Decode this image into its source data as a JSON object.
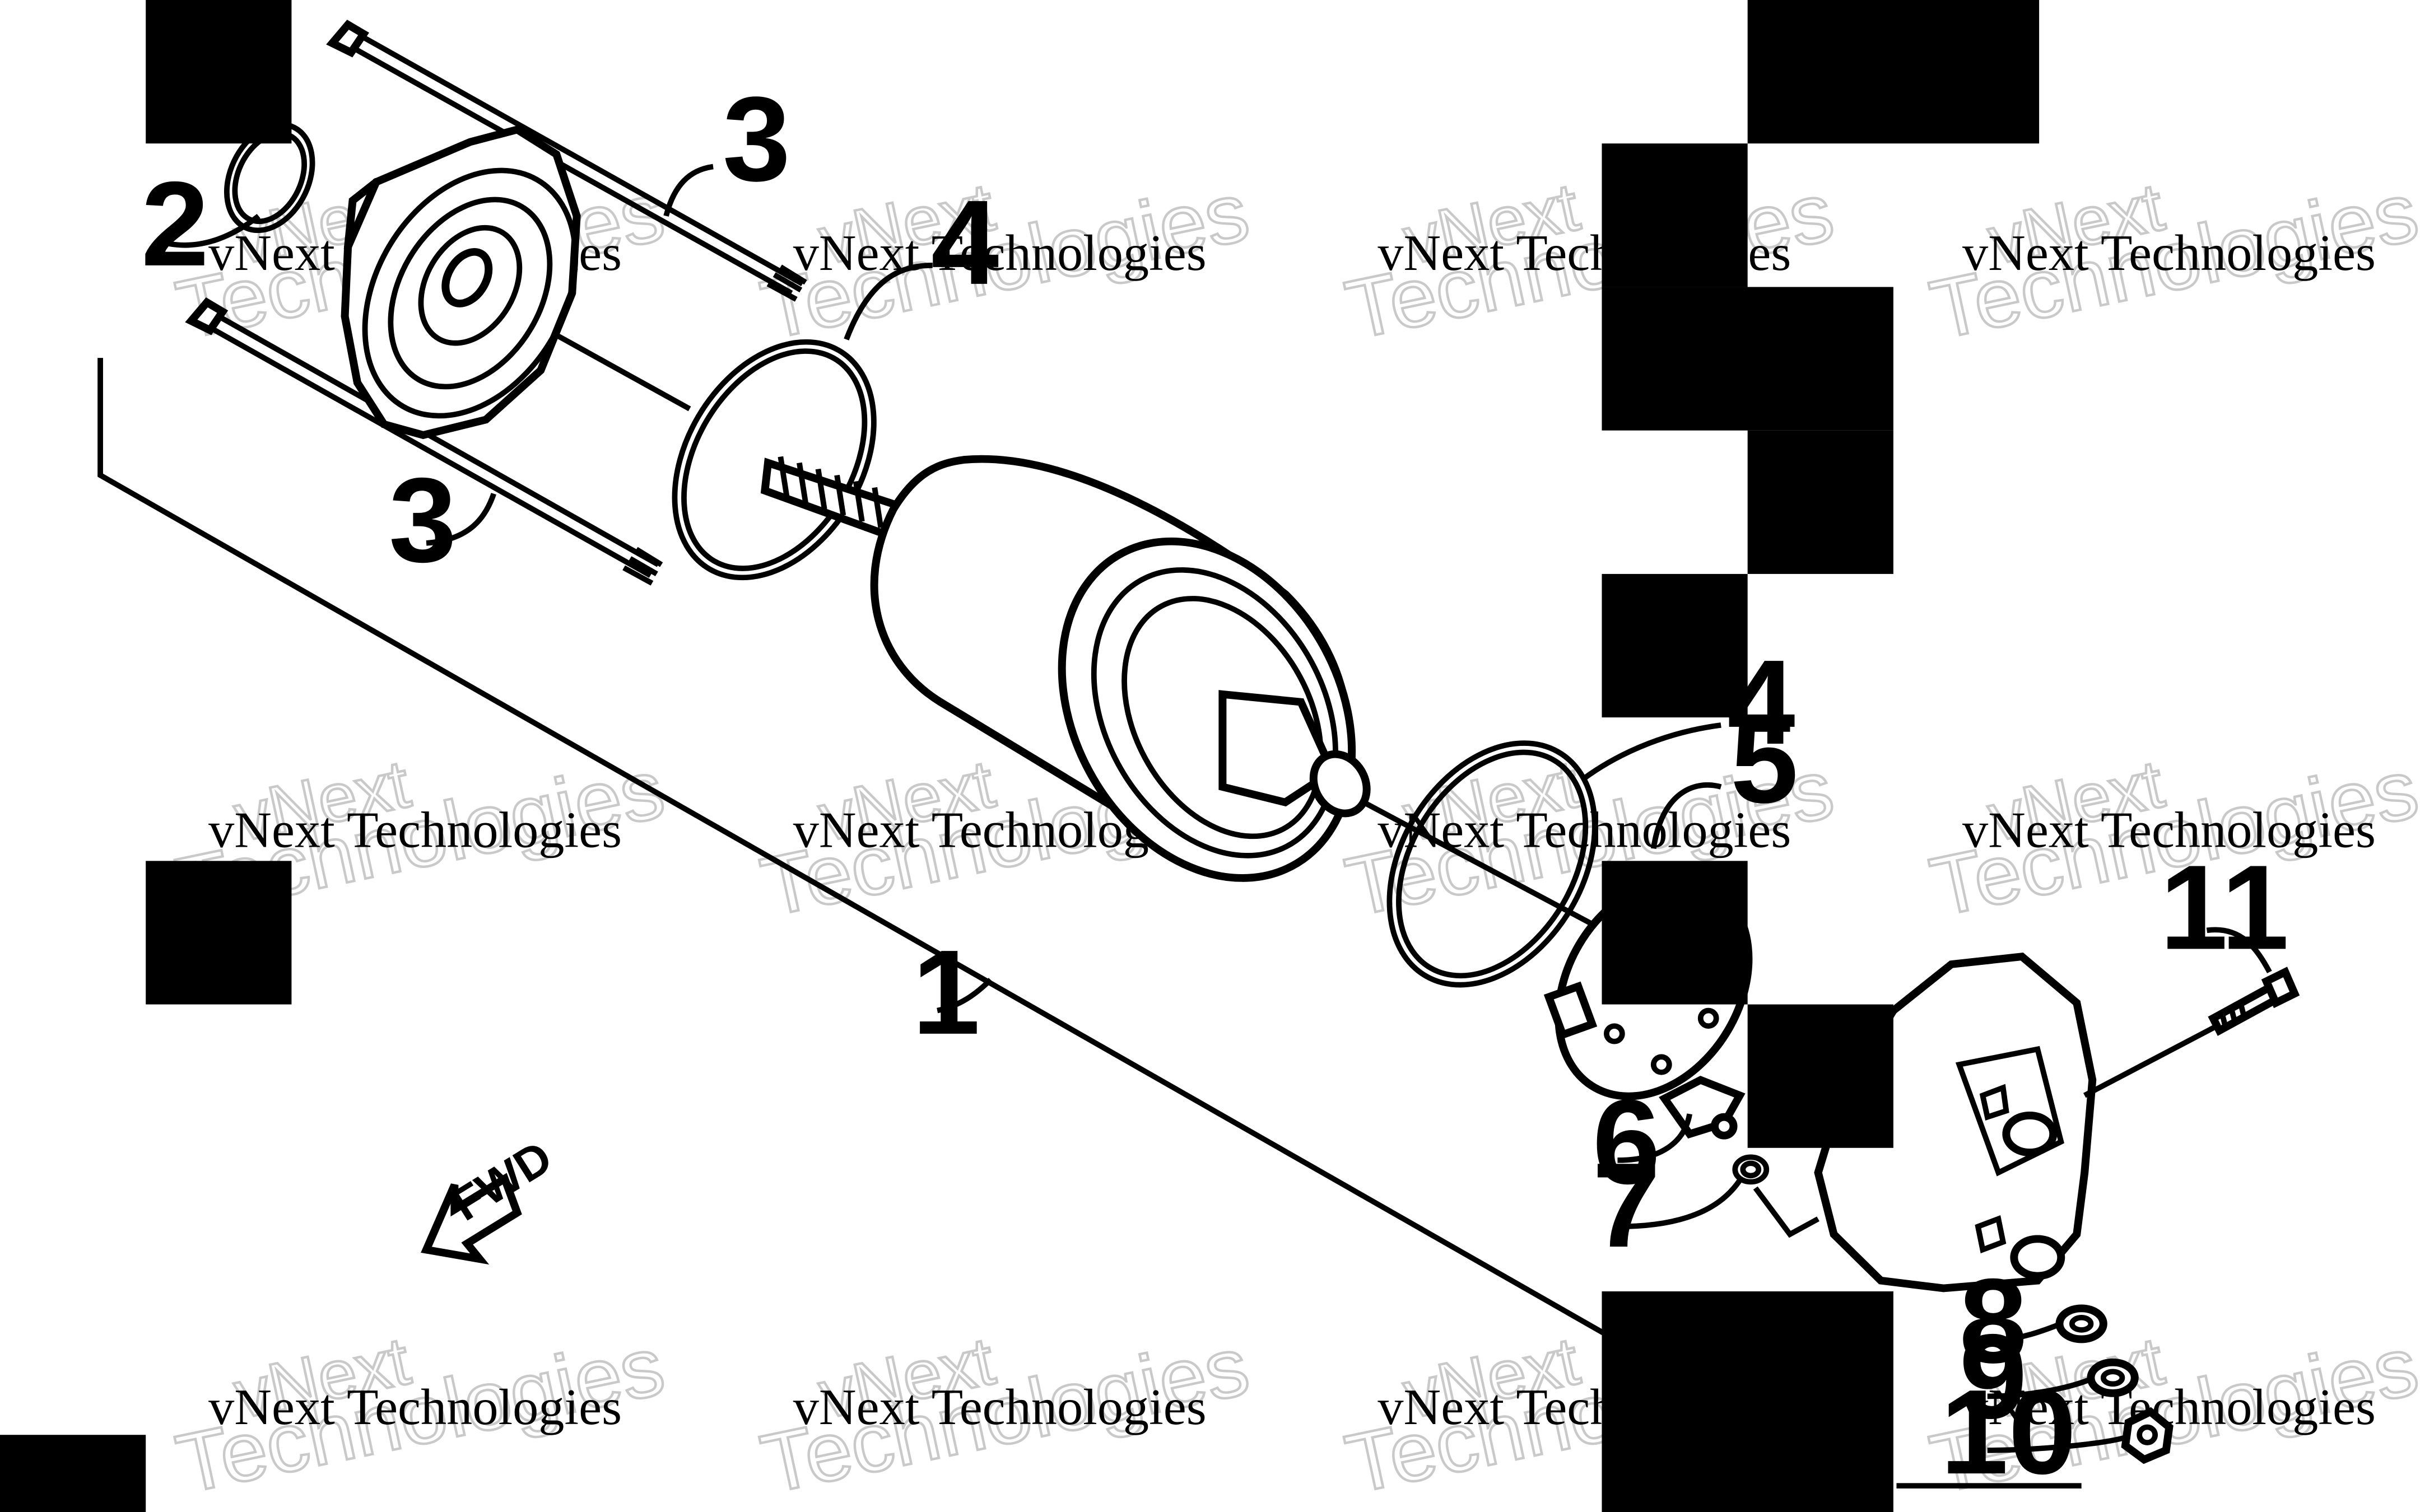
{
  "diagram": {
    "callouts": [
      {
        "id": "1",
        "label": "1"
      },
      {
        "id": "2",
        "label": "2"
      },
      {
        "id": "3a",
        "label": "3"
      },
      {
        "id": "3b",
        "label": "3"
      },
      {
        "id": "4a",
        "label": "4"
      },
      {
        "id": "4b",
        "label": "4"
      },
      {
        "id": "5",
        "label": "5"
      },
      {
        "id": "6",
        "label": "6"
      },
      {
        "id": "7",
        "label": "7"
      },
      {
        "id": "8",
        "label": "8"
      },
      {
        "id": "9",
        "label": "9"
      },
      {
        "id": "10",
        "label": "10"
      },
      {
        "id": "11",
        "label": "11"
      }
    ],
    "direction_marker": {
      "label": "FWD"
    },
    "watermark": {
      "line1": "vNext Technologies",
      "line2": "vNext",
      "line3": "Technologies"
    }
  }
}
